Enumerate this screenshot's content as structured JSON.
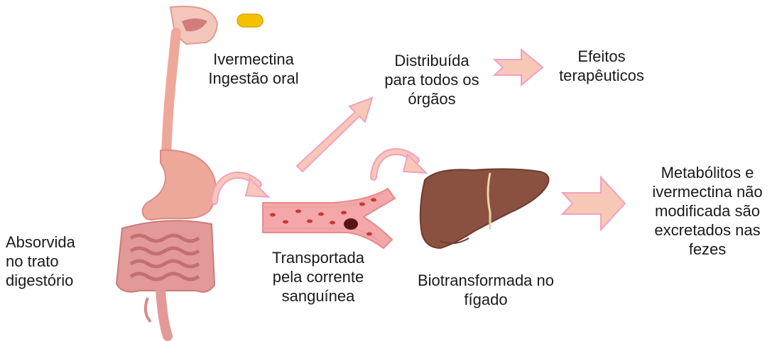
{
  "labels": {
    "ingestion": [
      "Ivermectina",
      "Ingestão oral"
    ],
    "distributed": [
      "Distribuída",
      "para todos os",
      "órgãos"
    ],
    "effects": [
      "Efeitos",
      "terapêuticos"
    ],
    "absorbed": [
      "Absorvida",
      "no trato",
      "digestório"
    ],
    "transported": [
      "Transportada",
      "pela corrente",
      "sanguínea"
    ],
    "biotransformed": [
      "Biotransformada no",
      "fígado"
    ],
    "excreted": [
      "Metabólitos e",
      "ivermectina não",
      "modificada são",
      "excretados nas",
      "fezes"
    ]
  },
  "icons": [
    "digestive-tract-icon",
    "pill-icon",
    "blood-vessel-icon",
    "liver-icon",
    "arrow-icon",
    "curved-arrow-icon"
  ],
  "colors": {
    "arrow_fill": "#f6c8b5",
    "arrow_stroke": "#f0a0c4",
    "tract": "#eea89a",
    "intestine": "#d98a8a",
    "pill": "#f2c200",
    "vessel": "#f4a7a8",
    "blood_cell": "#c8363e",
    "liver": "#8a5040"
  }
}
